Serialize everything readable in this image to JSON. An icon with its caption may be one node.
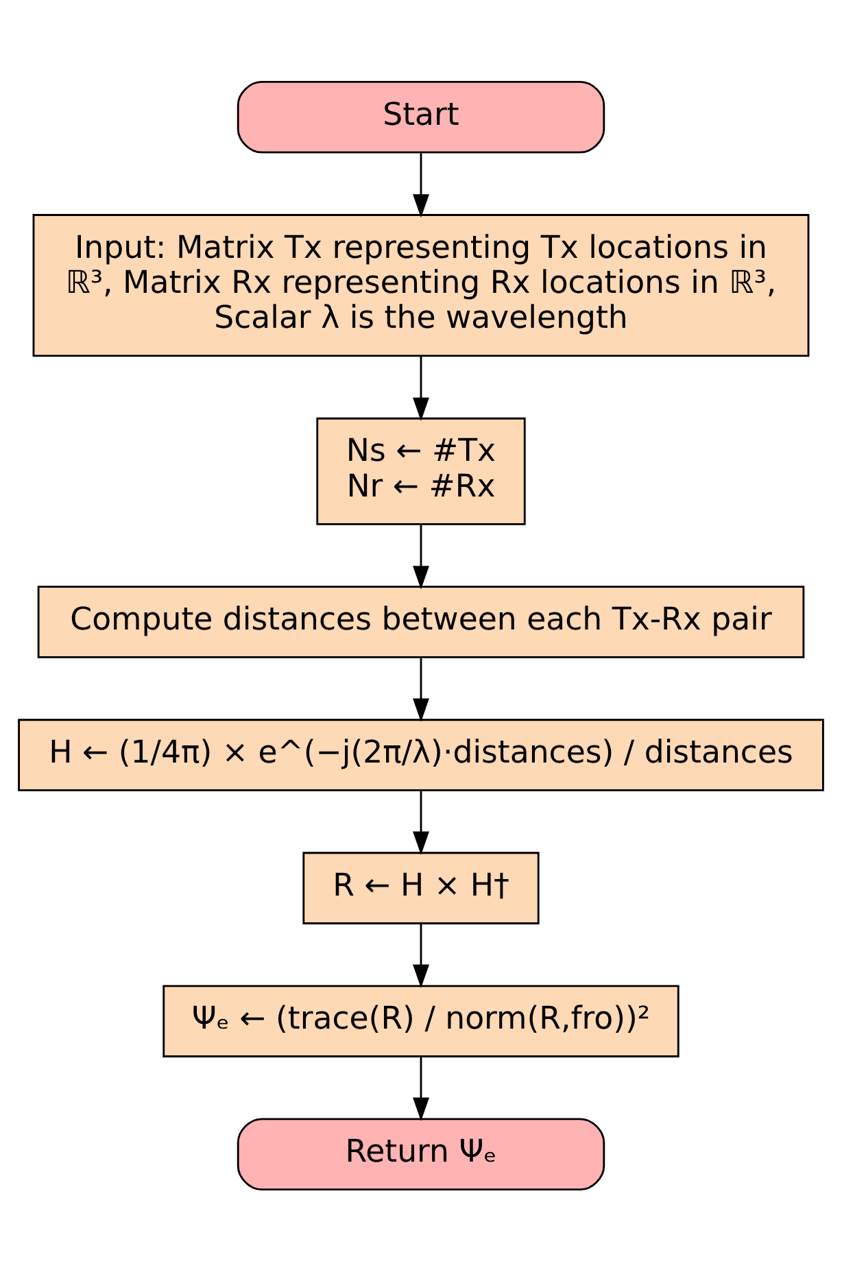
{
  "diagram": {
    "nodes": [
      {
        "text": [
          "Start"
        ]
      },
      {
        "text": [
          "Input: Matrix Tx representing Tx locations in ℝ³, Matrix Rx representing Rx locations in ℝ³, Scalar λ is the wavelength"
        ]
      },
      {
        "text": [
          "Ns ← #Tx",
          "Nr ← #Rx"
        ]
      },
      {
        "text": [
          "Compute distances between each Tx-Rx pair"
        ]
      },
      {
        "text": [
          "H ← (1/4π) × e^(−j(2π/λ)·distances) / distances"
        ]
      },
      {
        "text": [
          "R ← H × H†"
        ]
      },
      {
        "text": [
          "Ψₑ ← (trace(R) / norm(R,fro))²"
        ]
      },
      {
        "text": [
          "Return Ψₑ"
        ]
      }
    ],
    "edges": [
      {
        "from": 0,
        "to": 1,
        "arrow": "to"
      },
      {
        "from": 1,
        "to": 2,
        "arrow": "to"
      },
      {
        "from": 2,
        "to": 3,
        "arrow": "to"
      },
      {
        "from": 3,
        "to": 4,
        "arrow": "to"
      },
      {
        "from": 4,
        "to": 5,
        "arrow": "to"
      },
      {
        "from": 5,
        "to": 6,
        "arrow": "to"
      },
      {
        "from": 6,
        "to": 7,
        "arrow": "to"
      }
    ]
  }
}
